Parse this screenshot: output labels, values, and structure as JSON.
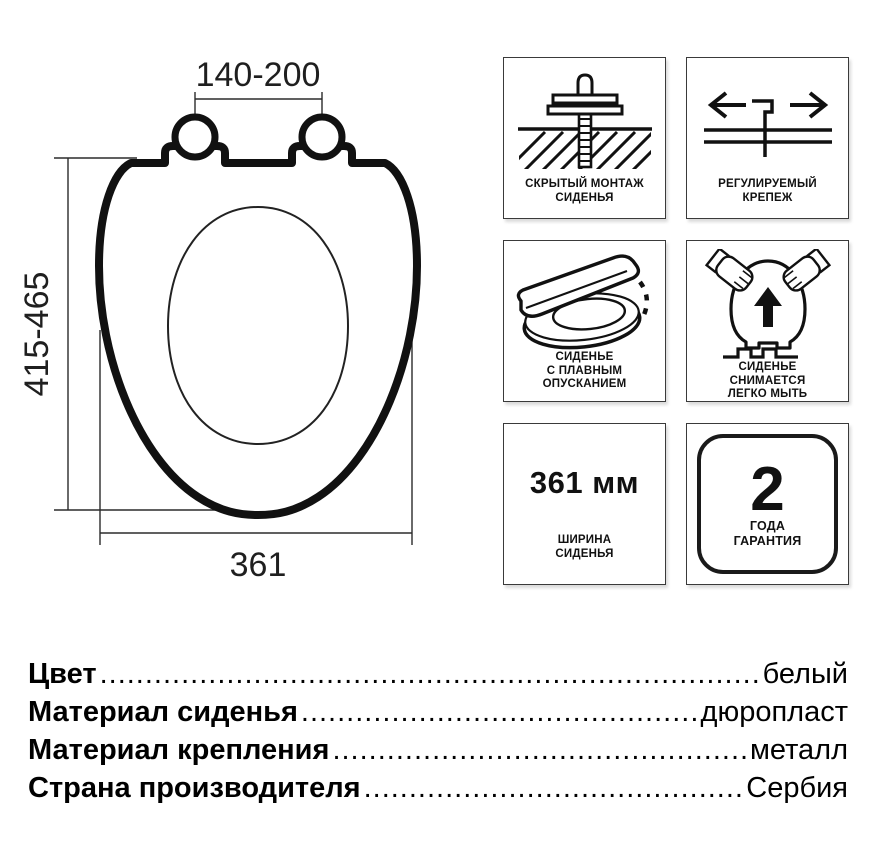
{
  "drawing": {
    "dim_top": "140-200",
    "dim_side": "415-465",
    "dim_bottom": "361"
  },
  "badges": [
    {
      "icon": "concealed-mount-icon",
      "lines": [
        "СКРЫТЫЙ МОНТАЖ",
        "СИДЕНЬЯ"
      ]
    },
    {
      "icon": "adjustable-fastener-icon",
      "lines": [
        "РЕГУЛИРУЕМЫЙ",
        "КРЕПЕЖ"
      ]
    },
    {
      "icon": "soft-close-icon",
      "lines": [
        "СИДЕНЬЕ",
        "С ПЛАВНЫМ",
        "ОПУСКАНИЕМ"
      ]
    },
    {
      "icon": "removable-seat-icon",
      "lines": [
        "СИДЕНЬЕ",
        "СНИМАЕТСЯ",
        "ЛЕГКО МЫТЬ"
      ]
    },
    {
      "icon": "seat-width-value",
      "value": "361 мм",
      "lines": [
        "ШИРИНА",
        "СИДЕНЬЯ"
      ]
    },
    {
      "icon": "warranty-value",
      "value": "2",
      "lines": [
        "ГОДА",
        "ГАРАНТИЯ"
      ]
    }
  ],
  "specs": [
    {
      "label": "Цвет",
      "value": "белый"
    },
    {
      "label": "Материал сиденья",
      "value": "дюропласт"
    },
    {
      "label": "Материал крепления",
      "value": "металл"
    },
    {
      "label": "Страна производителя",
      "value": "Сербия"
    }
  ],
  "colors": {
    "ink": "#1a1a1a",
    "outline": "#111111",
    "thin_line": "#2b2b2b"
  }
}
